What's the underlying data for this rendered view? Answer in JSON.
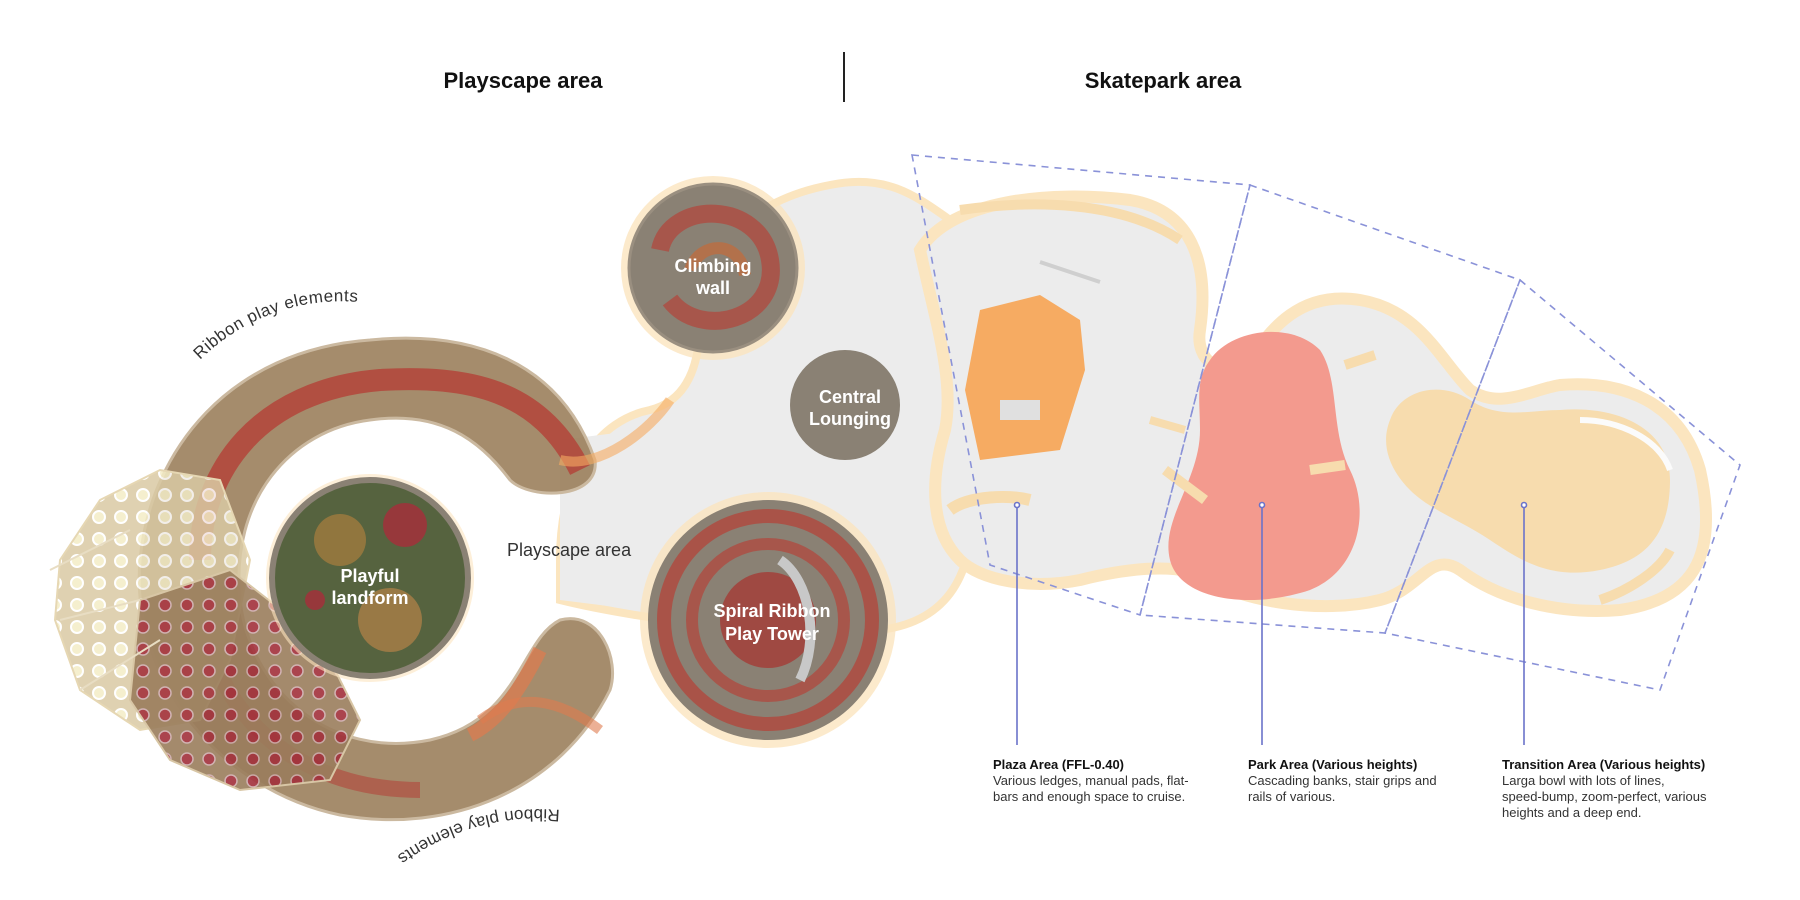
{
  "headers": {
    "playscape": "Playscape area",
    "skatepark": "Skatepark area"
  },
  "playscape": {
    "ribbon_label_top": "Ribbon play elements",
    "ribbon_label_bottom": "Ribbon play elements",
    "center_label": "Playscape area",
    "playful_landform": {
      "line1": "Playful",
      "line2": "landform"
    },
    "climbing_wall": {
      "line1": "Climbing",
      "line2": "wall"
    },
    "central_lounging": {
      "line1": "Central",
      "line2": "Lounging"
    },
    "spiral_tower": {
      "line1": "Spiral Ribbon",
      "line2": "Play Tower"
    }
  },
  "skatepark": {
    "plaza": {
      "title": "Plaza Area (FFL-0.40)",
      "desc": "Various ledges, manual pads, flat-bars and enough space to cruise."
    },
    "park": {
      "title": "Park Area (Various heights)",
      "desc": "Cascading banks, stair grips and rails of various."
    },
    "transition": {
      "title": "Transition Area (Various heights)",
      "desc": "Larga bowl with lots of lines, speed-bump, zoom-perfect, various heights and a deep end."
    }
  },
  "colors": {
    "pavement": "#ececec",
    "rim": "#fbe5bf",
    "orange": "#f6ab62",
    "salmon": "#f39a8e",
    "sand": "#f7dcae",
    "ribbon_brown": "#9b7f5c",
    "ribbon_red": "#b3443a",
    "circle_gray": "#8a8174",
    "landform_green": "#56633f",
    "dashed": "#8a92d8",
    "leader": "#6b73c9"
  }
}
